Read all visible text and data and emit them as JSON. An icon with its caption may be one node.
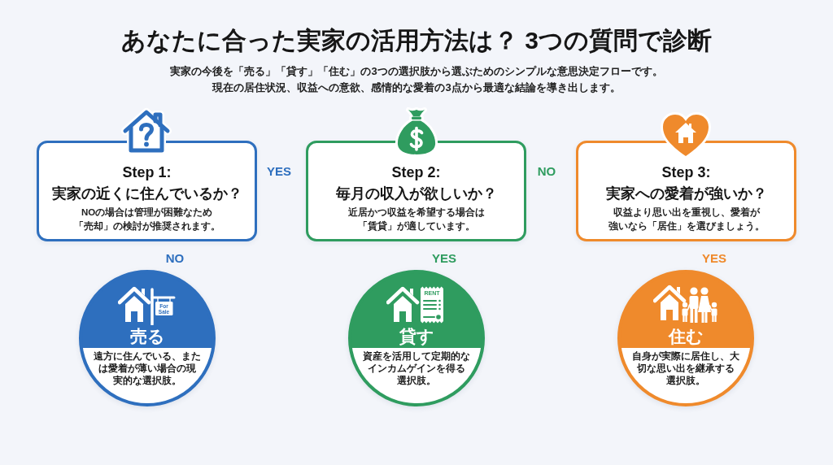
{
  "diagram": {
    "title": "あなたに合った実家の活用方法は？ 3つの質問で診断",
    "nodes": [
      {
        "text": [
          "Step 1:",
          "実家の近くに住んでいるか？",
          "NOの場合は管理が困難なため「売却」の検討が推奨されます。"
        ]
      },
      {
        "text": [
          "Step 2:",
          "毎月の収入が欲しいか？",
          "近居かつ収益を希望する場合は「賃貸」が適しています。"
        ]
      },
      {
        "text": [
          "Step 3:",
          "実家への愛着が強いか？",
          "収益より思い出を重視し、愛着が強いなら「居住」を選びましょう。"
        ]
      },
      {
        "text": [
          "売る",
          "遠方に住んでいる、または愛着が薄い場合の現実的な選択肢。"
        ]
      },
      {
        "text": [
          "貸す",
          "資産を活用して定期的なインカムゲインを得る選択肢。"
        ]
      },
      {
        "text": [
          "住む",
          "自身が実際に居住し、大切な思い出を継承する選択肢。"
        ]
      }
    ],
    "labels": [
      "実家の今後を「売る」「貸す」「住む」の3つの選択肢から選ぶためのシンプルな意思決定フローです。",
      "現在の居住状況、収益への意欲、感情的な愛着の3点から最適な結論を導き出します。",
      "YES",
      "NO",
      "NO",
      "YES",
      "YES",
      "For Sale",
      "RENT"
    ]
  }
}
